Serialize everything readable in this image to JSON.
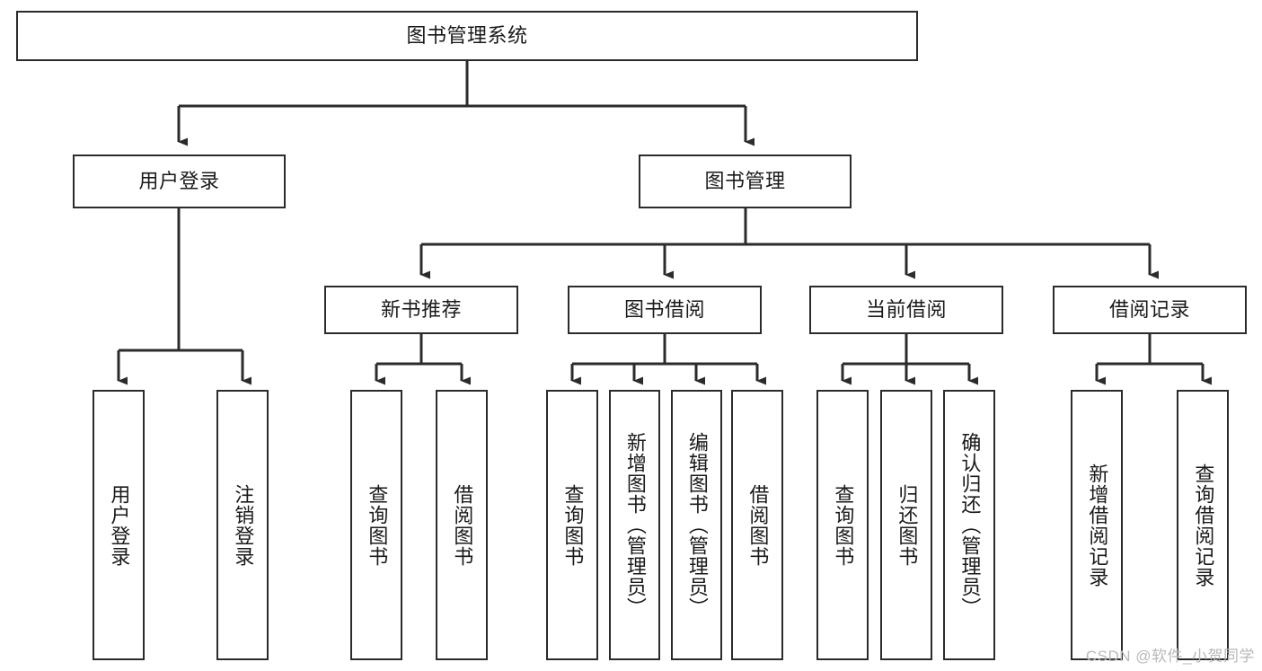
{
  "diagram": {
    "title": "图书管理系统",
    "type": "hierarchy-tree",
    "colors": {
      "box_border": "#2b2b2b",
      "box_fill": "#ffffff",
      "edge": "#2b2b2b",
      "background": "#ffffff",
      "watermark": "#b9b9b9"
    },
    "levels": {
      "level1_label": "图书管理系统",
      "level2_labels": [
        "用户登录",
        "图书管理"
      ],
      "level3_labels": [
        "新书推荐",
        "图书借阅",
        "当前借阅",
        "借阅记录"
      ]
    },
    "nodes": {
      "root": {
        "label": "图书管理系统"
      },
      "user_login": {
        "label": "用户登录"
      },
      "book_manage": {
        "label": "图书管理"
      },
      "new_book_rec": {
        "label": "新书推荐"
      },
      "book_borrow": {
        "label": "图书借阅"
      },
      "current_borrow": {
        "label": "当前借阅"
      },
      "borrow_record": {
        "label": "借阅记录"
      },
      "leaf_user_login": {
        "label": "用户登录"
      },
      "leaf_logout": {
        "label": "注销登录"
      },
      "leaf_query_book_a": {
        "label": "查询图书"
      },
      "leaf_borrow_book_a": {
        "label": "借阅图书"
      },
      "leaf_query_book_b": {
        "label": "查询图书"
      },
      "leaf_add_book": {
        "label": "新增图书（管理员）"
      },
      "leaf_edit_book": {
        "label": "编辑图书（管理员）"
      },
      "leaf_borrow_book_b": {
        "label": "借阅图书"
      },
      "leaf_query_book_c": {
        "label": "查询图书"
      },
      "leaf_return_book": {
        "label": "归还图书"
      },
      "leaf_confirm_return": {
        "label": "确认归还（管理员）"
      },
      "leaf_add_record": {
        "label": "新增借阅记录"
      },
      "leaf_query_record": {
        "label": "查询借阅记录"
      }
    }
  },
  "watermark": {
    "text": "CSDN @软件_小贺同学"
  }
}
